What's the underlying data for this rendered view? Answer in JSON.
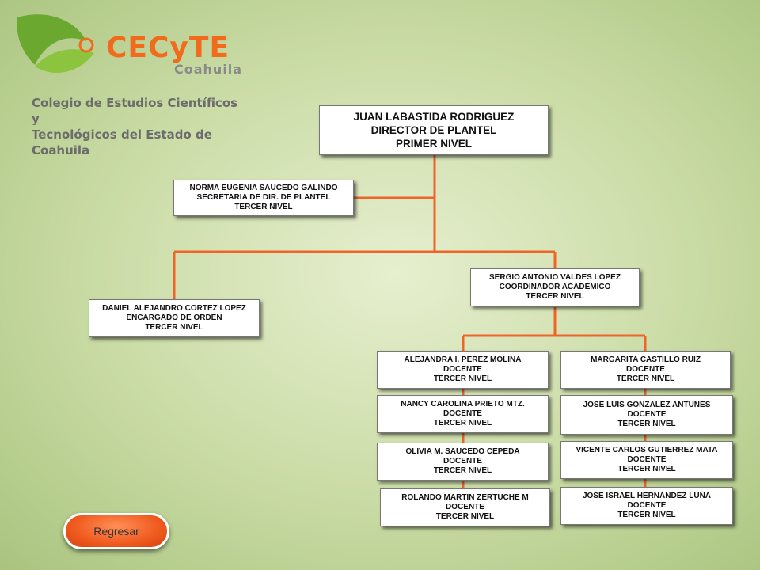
{
  "logo": {
    "brand": "CECyTE",
    "state": "Coahuila",
    "college_line1": "Colegio de Estudios Científicos y",
    "college_line2": "Tecnológicos del Estado de Coahuila",
    "accent_color": "#f26a1b",
    "leaf_color": "#6aa82f"
  },
  "nodes": {
    "director": [
      "JUAN LABASTIDA RODRIGUEZ",
      "DIRECTOR DE PLANTEL",
      "PRIMER NIVEL"
    ],
    "secretaria": [
      "NORMA EUGENIA SAUCEDO GALINDO",
      "SECRETARIA DE DIR. DE PLANTEL",
      "TERCER NIVEL"
    ],
    "orden": [
      "DANIEL ALEJANDRO CORTEZ LOPEZ",
      "ENCARGADO DE ORDEN",
      "TERCER NIVEL"
    ],
    "coordinador": [
      "SERGIO ANTONIO VALDES LOPEZ",
      "COORDINADOR ACADEMICO",
      "TERCER NIVEL"
    ],
    "doc_l1": [
      "ALEJANDRA I. PEREZ MOLINA",
      "DOCENTE",
      "TERCER NIVEL"
    ],
    "doc_l2": [
      "NANCY CAROLINA PRIETO MTZ.",
      "DOCENTE",
      "TERCER NIVEL"
    ],
    "doc_l3": [
      "OLIVIA M. SAUCEDO CEPEDA",
      "DOCENTE",
      "TERCER NIVEL"
    ],
    "doc_l4": [
      "ROLANDO MARTIN ZERTUCHE M",
      "DOCENTE",
      "TERCER NIVEL"
    ],
    "doc_r1": [
      "MARGARITA CASTILLO RUIZ",
      "DOCENTE",
      "TERCER NIVEL"
    ],
    "doc_r2": [
      "JOSE LUIS GONZALEZ ANTUNES",
      "DOCENTE",
      "TERCER NIVEL"
    ],
    "doc_r3": [
      "VICENTE CARLOS GUTIERREZ MATA",
      "DOCENTE",
      "TERCER NIVEL"
    ],
    "doc_r4": [
      "JOSE ISRAEL HERNANDEZ LUNA",
      "DOCENTE",
      "TERCER NIVEL"
    ]
  },
  "connector_color": "#f0642a",
  "back_button": {
    "label": "Regresar"
  }
}
